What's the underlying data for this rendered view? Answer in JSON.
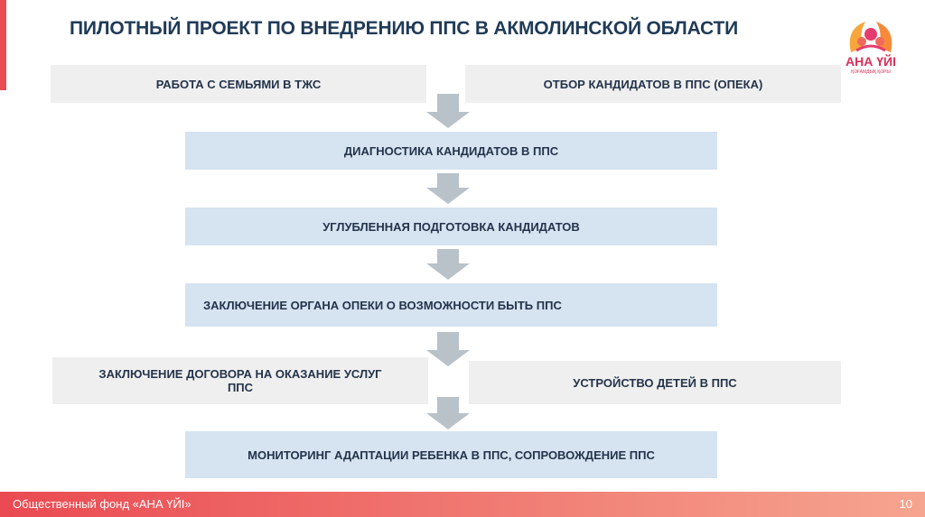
{
  "slide": {
    "title": "ПИЛОТНЫЙ ПРОЕКТ ПО ВНЕДРЕНИЮ ППС В АКМОЛИНСКОЙ ОБЛАСТИ",
    "logo_text": "АНА ҮЙІ",
    "logo_subtext": "ҚОҒАМДЫҚ ҚОРЫ",
    "footer": "Общественный фонд «АНА ҮЙІ»",
    "page_number": "10"
  },
  "colors": {
    "accent": "#e74c52",
    "gray_box": "#efefef",
    "blue_box": "#d6e3f1",
    "arrow": "#b9c1c9",
    "title": "#1f3b57"
  },
  "steps": {
    "work_with_families": "РАБОТА С СЕМЬЯМИ В ТЖС",
    "candidate_selection": "ОТБОР КАНДИДАТОВ В ППС (ОПЕКА)",
    "candidate_diagnostics": "ДИАГНОСТИКА КАНДИДАТОВ В ППС",
    "advanced_training": "УГЛУБЛЕННАЯ ПОДГОТОВКА КАНДИДАТОВ",
    "guardianship_conclusion": "ЗАКЛЮЧЕНИЕ ОРГАНА ОПЕКИ О ВОЗМОЖНОСТИ БЫТЬ  ППС",
    "service_contract": "ЗАКЛЮЧЕНИЕ ДОГОВОРА НА ОКАЗАНИЕ УСЛУГ ППС",
    "child_placement": "УСТРОЙСТВО ДЕТЕЙ В ППС",
    "monitoring": "МОНИТОРИНГ АДАПТАЦИИ РЕБЕНКА В ППС,  СОПРОВОЖДЕНИЕ ППС"
  }
}
